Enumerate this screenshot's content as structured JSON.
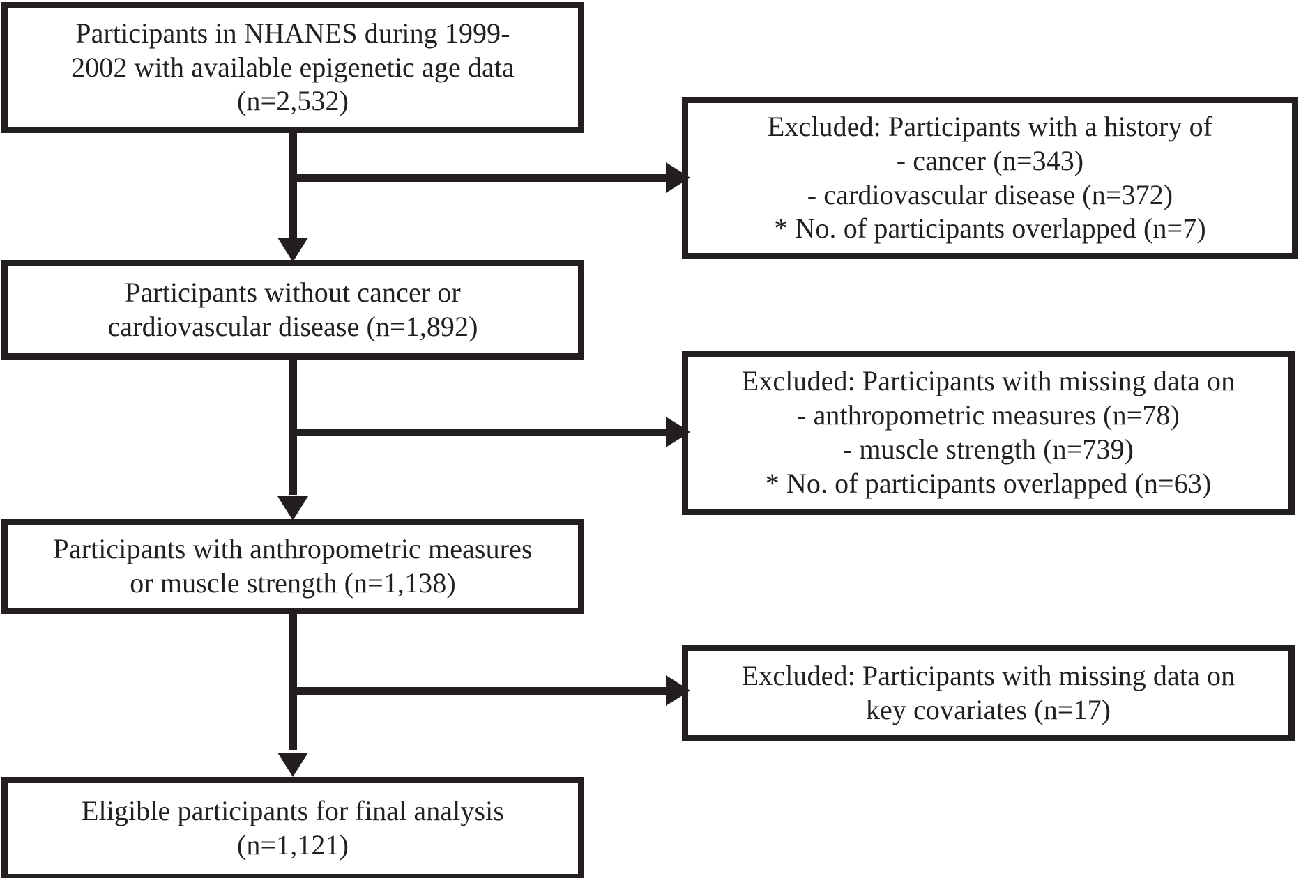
{
  "figure": {
    "type": "flowchart",
    "orientation": "vertical-with-right-exclusions",
    "colors": {
      "stroke": "#231f20",
      "background": "#ffffff",
      "text": "#231f20"
    }
  },
  "main_flow": [
    {
      "id": "enrolled",
      "text": "Participants in NHANES during 1999-\n2002 with available epigenetic age data\n(n=2,532)",
      "n": 2532
    },
    {
      "id": "no-disease",
      "text": "Participants without cancer or\ncardiovascular disease (n=1,892)",
      "n": 1892
    },
    {
      "id": "measures",
      "text": "Participants with anthropometric measures\nor muscle strength (n=1,138)",
      "n": 1138
    },
    {
      "id": "final",
      "text": "Eligible participants for final analysis\n(n=1,121)",
      "n": 1121
    }
  ],
  "exclusions": [
    {
      "id": "excl-1",
      "text": "Excluded: Participants with a history of\n- cancer (n=343)\n- cardiovascular disease (n=372)\n* No. of participants overlapped (n=7)",
      "items": [
        {
          "label": "cancer",
          "n": 343
        },
        {
          "label": "cardiovascular disease",
          "n": 372
        },
        {
          "label": "No. of participants overlapped",
          "n": 7
        }
      ]
    },
    {
      "id": "excl-2",
      "text": "Excluded: Participants with missing data on\n- anthropometric measures (n=78)\n- muscle strength (n=739)\n* No. of participants overlapped (n=63)",
      "items": [
        {
          "label": "anthropometric measures",
          "n": 78
        },
        {
          "label": "muscle strength",
          "n": 739
        },
        {
          "label": "No. of participants overlapped",
          "n": 63
        }
      ]
    },
    {
      "id": "excl-3",
      "text": "Excluded: Participants with missing data on\nkey covariates (n=17)",
      "items": [
        {
          "label": "key covariates",
          "n": 17
        }
      ]
    }
  ]
}
